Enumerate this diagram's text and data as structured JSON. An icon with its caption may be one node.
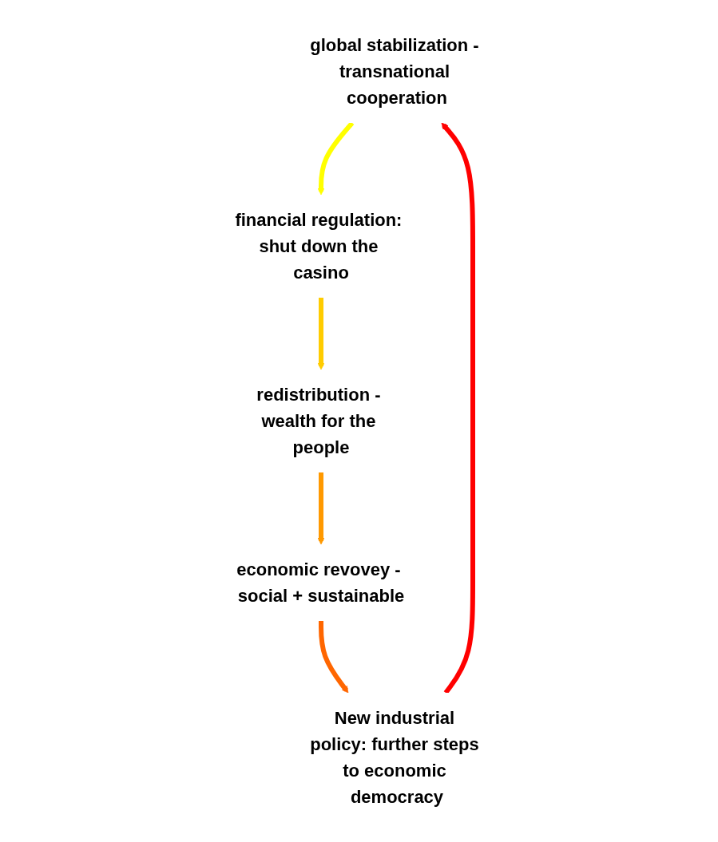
{
  "diagram": {
    "nodes": [
      {
        "text": [
          "global stabilization - transnational cooperation"
        ]
      },
      {
        "text": [
          "financial regulation: shut down the casino"
        ]
      },
      {
        "text": [
          "redistribution - wealth for the people"
        ]
      },
      {
        "text": [
          "economic revovey - social + sustainable"
        ]
      },
      {
        "text": [
          "New industrial policy: further steps to economic democracy"
        ]
      }
    ],
    "edges": [
      {
        "from": 0,
        "to": 1,
        "arrow": "to",
        "color": "#ffff00"
      },
      {
        "from": 1,
        "to": 2,
        "arrow": "to",
        "color": "#ffcc00"
      },
      {
        "from": 2,
        "to": 3,
        "arrow": "to",
        "color": "#ff9900"
      },
      {
        "from": 3,
        "to": 4,
        "arrow": "to",
        "color": "#ff6600"
      },
      {
        "from": 4,
        "to": 0,
        "arrow": "to",
        "color": "#ff0000"
      }
    ]
  }
}
